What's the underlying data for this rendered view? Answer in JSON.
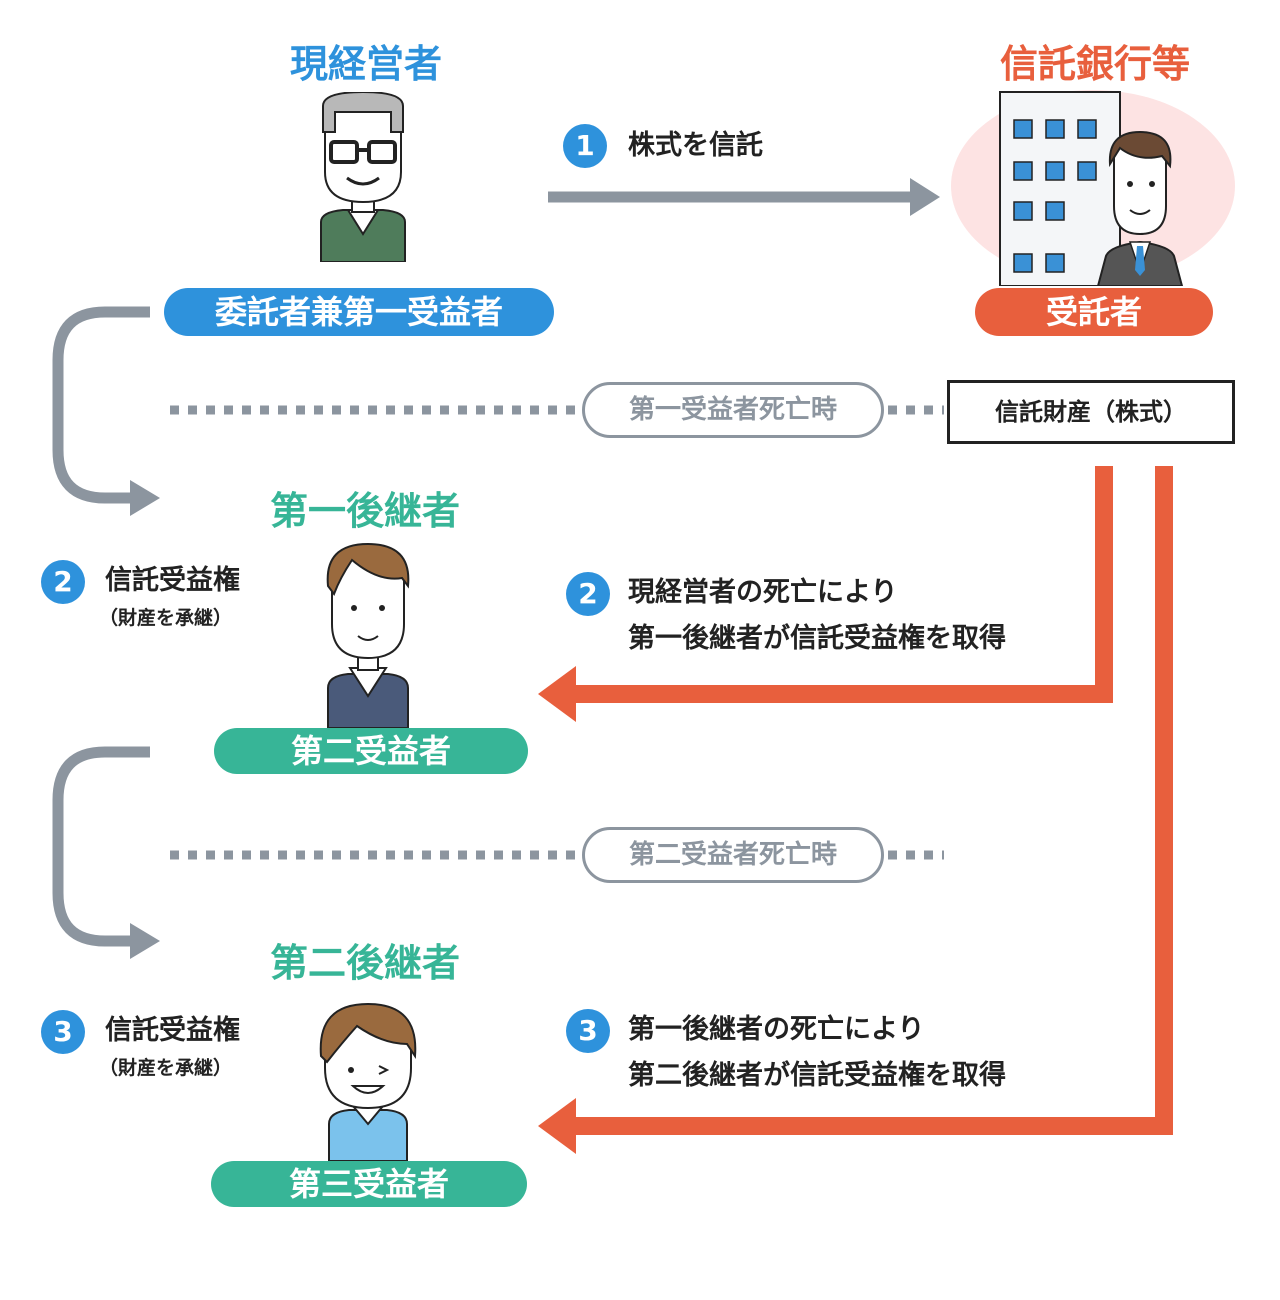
{
  "colors": {
    "blue": "#2e92dc",
    "orange": "#e85f3d",
    "green": "#37b597",
    "gray": "#8c959f"
  },
  "owner": {
    "title": "現経営者",
    "role": "委託者兼第一受益者",
    "icon": "elderly-man-with-glasses"
  },
  "bank": {
    "title": "信託銀行等",
    "role": "受託者",
    "icon": "bank-building-with-businessman"
  },
  "step1": {
    "number": "1",
    "label": "株式を信託"
  },
  "trust_property": "信託財産（株式）",
  "event1": "第一受益者死亡時",
  "event2": "第二受益者死亡時",
  "successor1": {
    "title": "第一後継者",
    "role": "第二受益者",
    "number": "2",
    "right": "信託受益権",
    "note": "（財産を承継）",
    "icon": "young-man-with-collar"
  },
  "successor2": {
    "title": "第二後継者",
    "role": "第三受益者",
    "number": "3",
    "right": "信託受益権",
    "note": "（財産を承継）",
    "icon": "smiling-boy"
  },
  "step2": {
    "number": "2",
    "line1": "現経営者の死亡により",
    "line2": "第一後継者が信託受益権を取得"
  },
  "step3": {
    "number": "3",
    "line1": "第一後継者の死亡により",
    "line2": "第二後継者が信託受益権を取得"
  }
}
